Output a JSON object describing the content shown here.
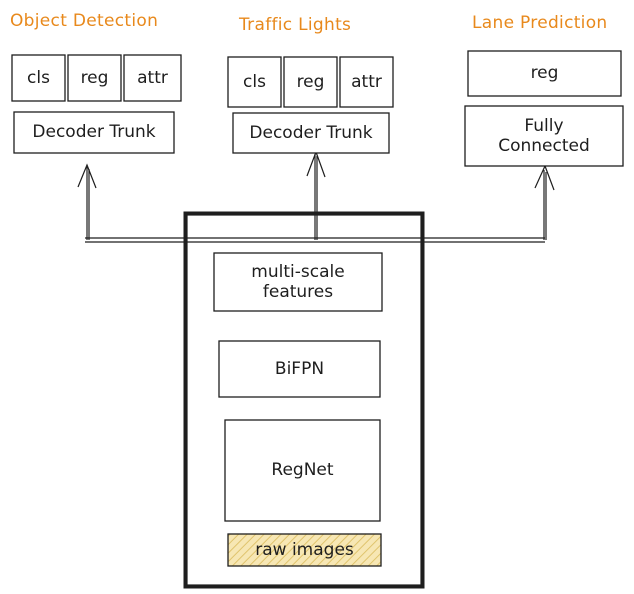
{
  "heads": [
    {
      "title": "Object Detection",
      "sub_boxes": [
        "cls",
        "reg",
        "attr"
      ],
      "trunk": "Decoder Trunk"
    },
    {
      "title": "Traffic Lights",
      "sub_boxes": [
        "cls",
        "reg",
        "attr"
      ],
      "trunk": "Decoder Trunk"
    },
    {
      "title": "Lane Prediction",
      "sub_boxes": [
        "reg"
      ],
      "trunk": "Fully\nConnected"
    }
  ],
  "backbone": {
    "features": "multi-scale\nfeatures",
    "bifpn": "BiFPN",
    "regnet": "RegNet",
    "input": "raw images"
  },
  "colors": {
    "heading": "#e8891c",
    "stroke": "#1e1e1e",
    "input_fill": "#f7e7b4",
    "input_hatch": "#e0c46e"
  }
}
